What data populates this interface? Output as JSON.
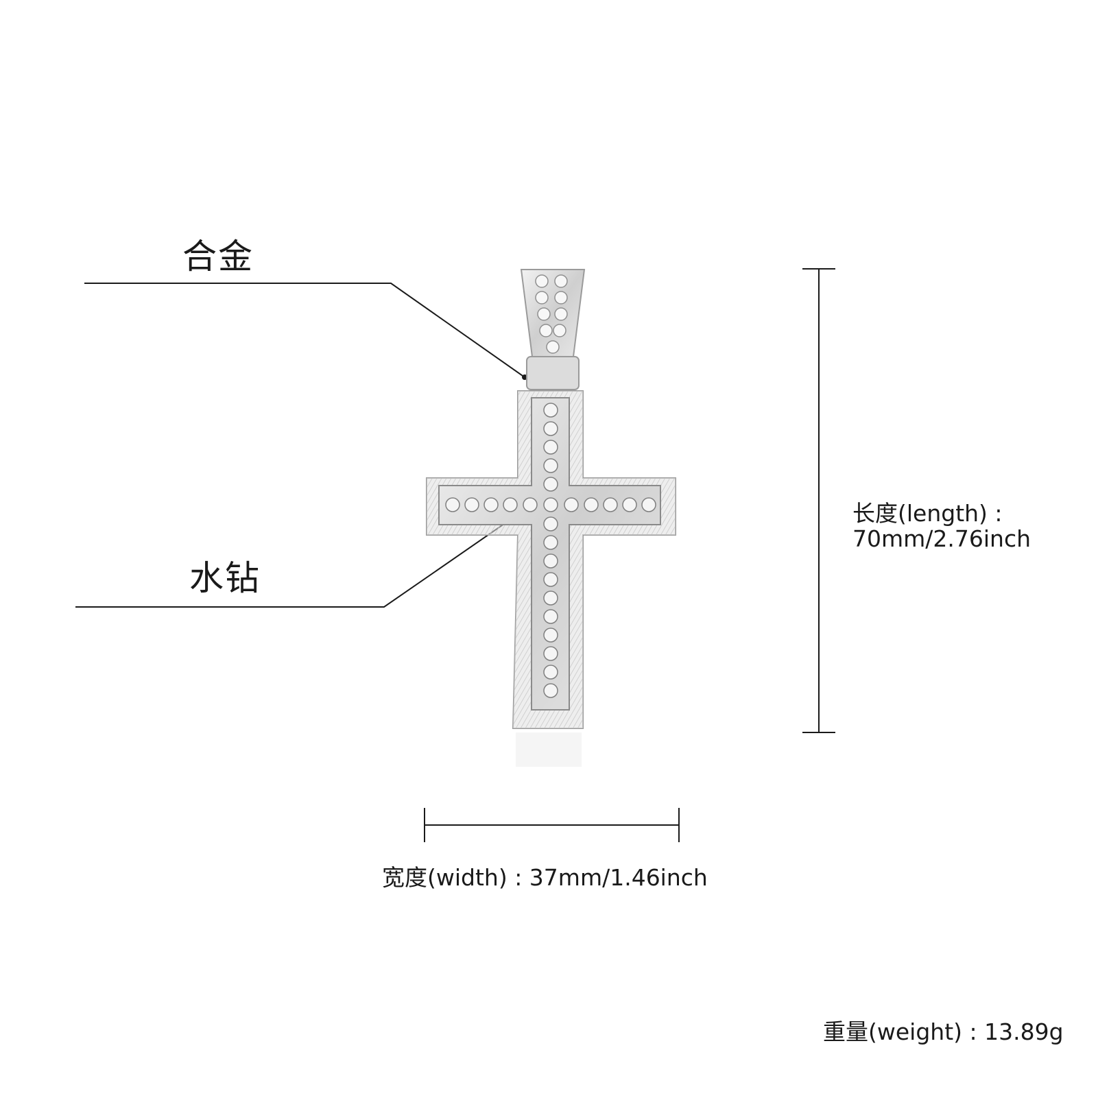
{
  "callouts": {
    "alloy": "合金",
    "rhinestone": "水钻"
  },
  "specs": {
    "length_line1": "长度(length) :",
    "length_line2": "70mm/2.76inch",
    "width": "宽度(width) : 37mm/1.46inch",
    "weight": "重量(weight) : 13.89g"
  },
  "colors": {
    "line": "#1a1a1a",
    "metal": "#d9d9d9",
    "metal_edge": "#9a9a9a",
    "stone": "#f4f4f4"
  }
}
